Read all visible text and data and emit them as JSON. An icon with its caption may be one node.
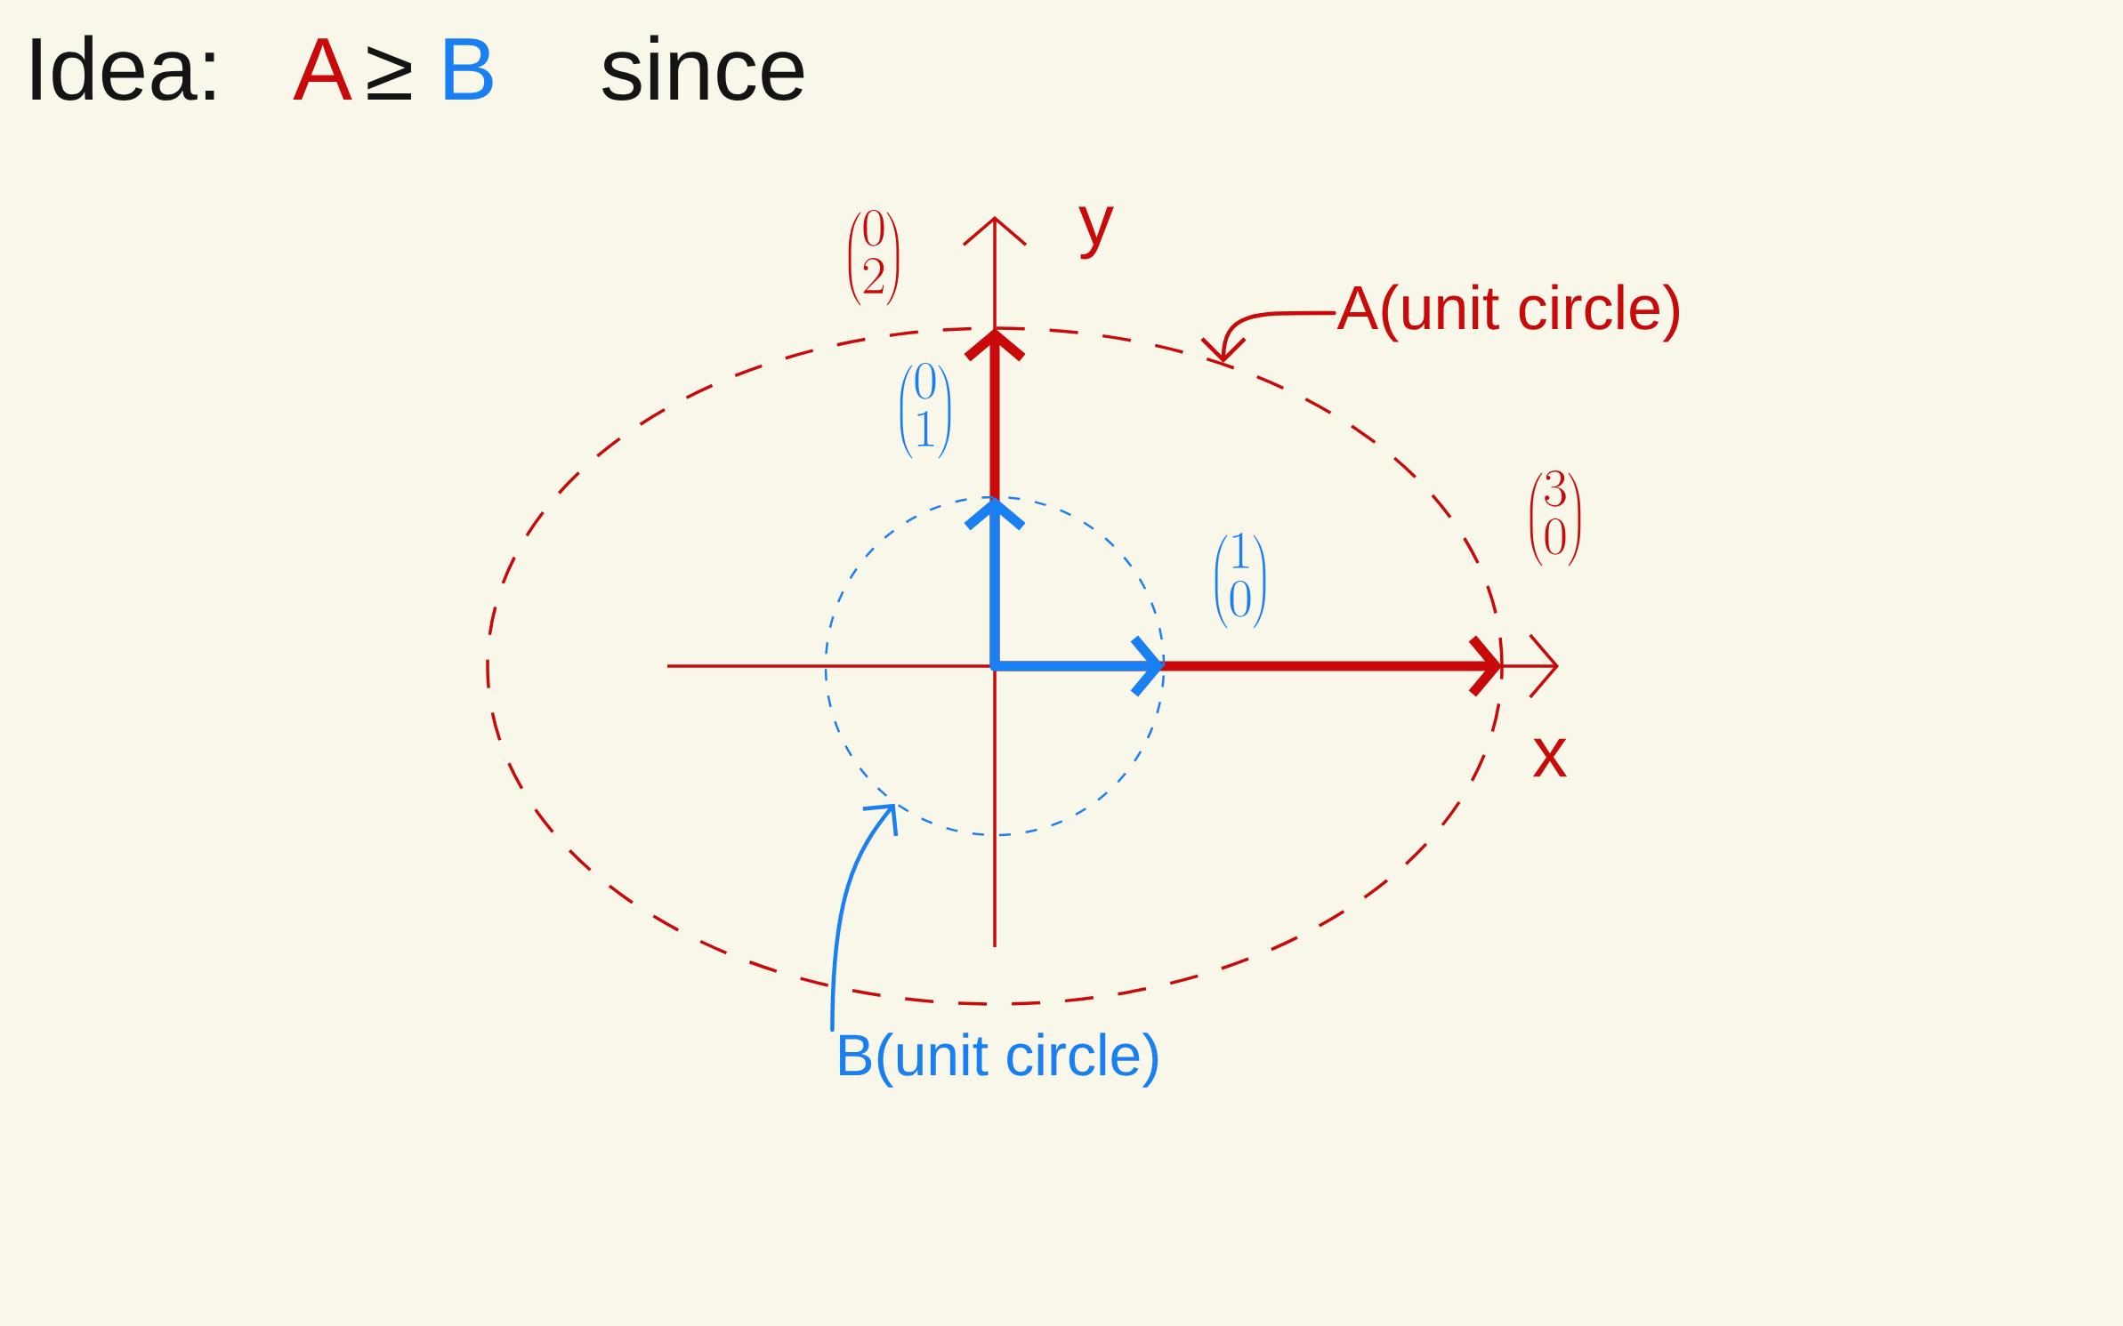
{
  "diagram": {
    "nodes": [
      {
        "text": [
          "A(unit circle)"
        ]
      },
      {
        "text": [],
        "shape": "ellipse"
      },
      {
        "text": [],
        "shape": "circle",
        "in": 1
      },
      {
        "text": [
          "B(unit circle)"
        ]
      }
    ],
    "edges": [
      {
        "from": 0,
        "to": 1,
        "arrow": "to",
        "color": "#c80a0a"
      },
      {
        "from": 3,
        "to": 2,
        "arrow": "to",
        "color": "#1a7ff0"
      }
    ],
    "labels": [
      "Idea:",
      "A",
      "≥",
      "B",
      "since",
      "\\begin{pmatrix}0\\\\2\\end{pmatrix}",
      "y",
      "\\begin{pmatrix}0\\\\1\\end{pmatrix}",
      "\\begin{pmatrix}3\\\\0\\end{pmatrix}",
      "\\begin{pmatrix}1\\\\0\\end{pmatrix}",
      "x"
    ]
  }
}
